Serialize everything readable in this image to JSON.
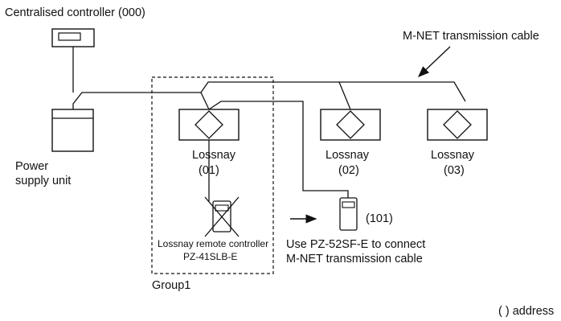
{
  "labels": {
    "centralised_controller": "Centralised controller (000)",
    "mnet_cable": "M-NET transmission cable",
    "power_supply_line1": "Power",
    "power_supply_line2": "supply unit",
    "lossnay_name": "Lossnay",
    "lossnay_01_address": "(01)",
    "lossnay_02_address": "(02)",
    "lossnay_03_address": "(03)",
    "lossnay_remote_line1": "Lossnay remote controller",
    "lossnay_remote_line2": "PZ-41SLB-E",
    "pz52_address": "(101)",
    "note_line1": "Use PZ-52SF-E to connect",
    "note_line2": "M-NET transmission cable",
    "group": "Group1",
    "address_legend": "( ) address"
  }
}
